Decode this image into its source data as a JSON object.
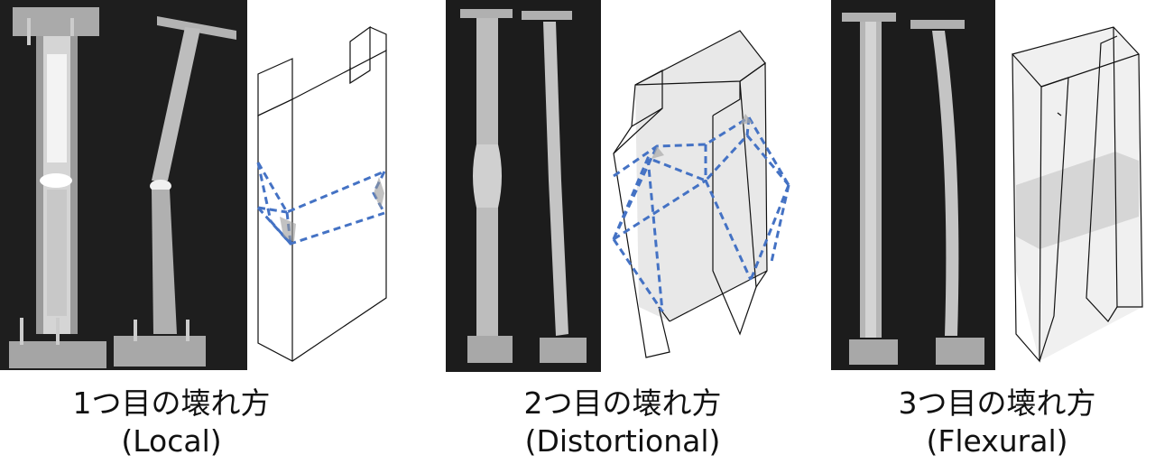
{
  "panels": [
    {
      "title": "1つ目の壊れ方",
      "mode": "(Local)"
    },
    {
      "title": "2つ目の壊れ方",
      "mode": "(Distortional)"
    },
    {
      "title": "3つ目の壊れ方",
      "mode": "(Flexural)"
    }
  ],
  "colors": {
    "photo_background": "#1a1a1a",
    "buckle_line": "#4472c4",
    "shade": "#e8e8e8"
  }
}
